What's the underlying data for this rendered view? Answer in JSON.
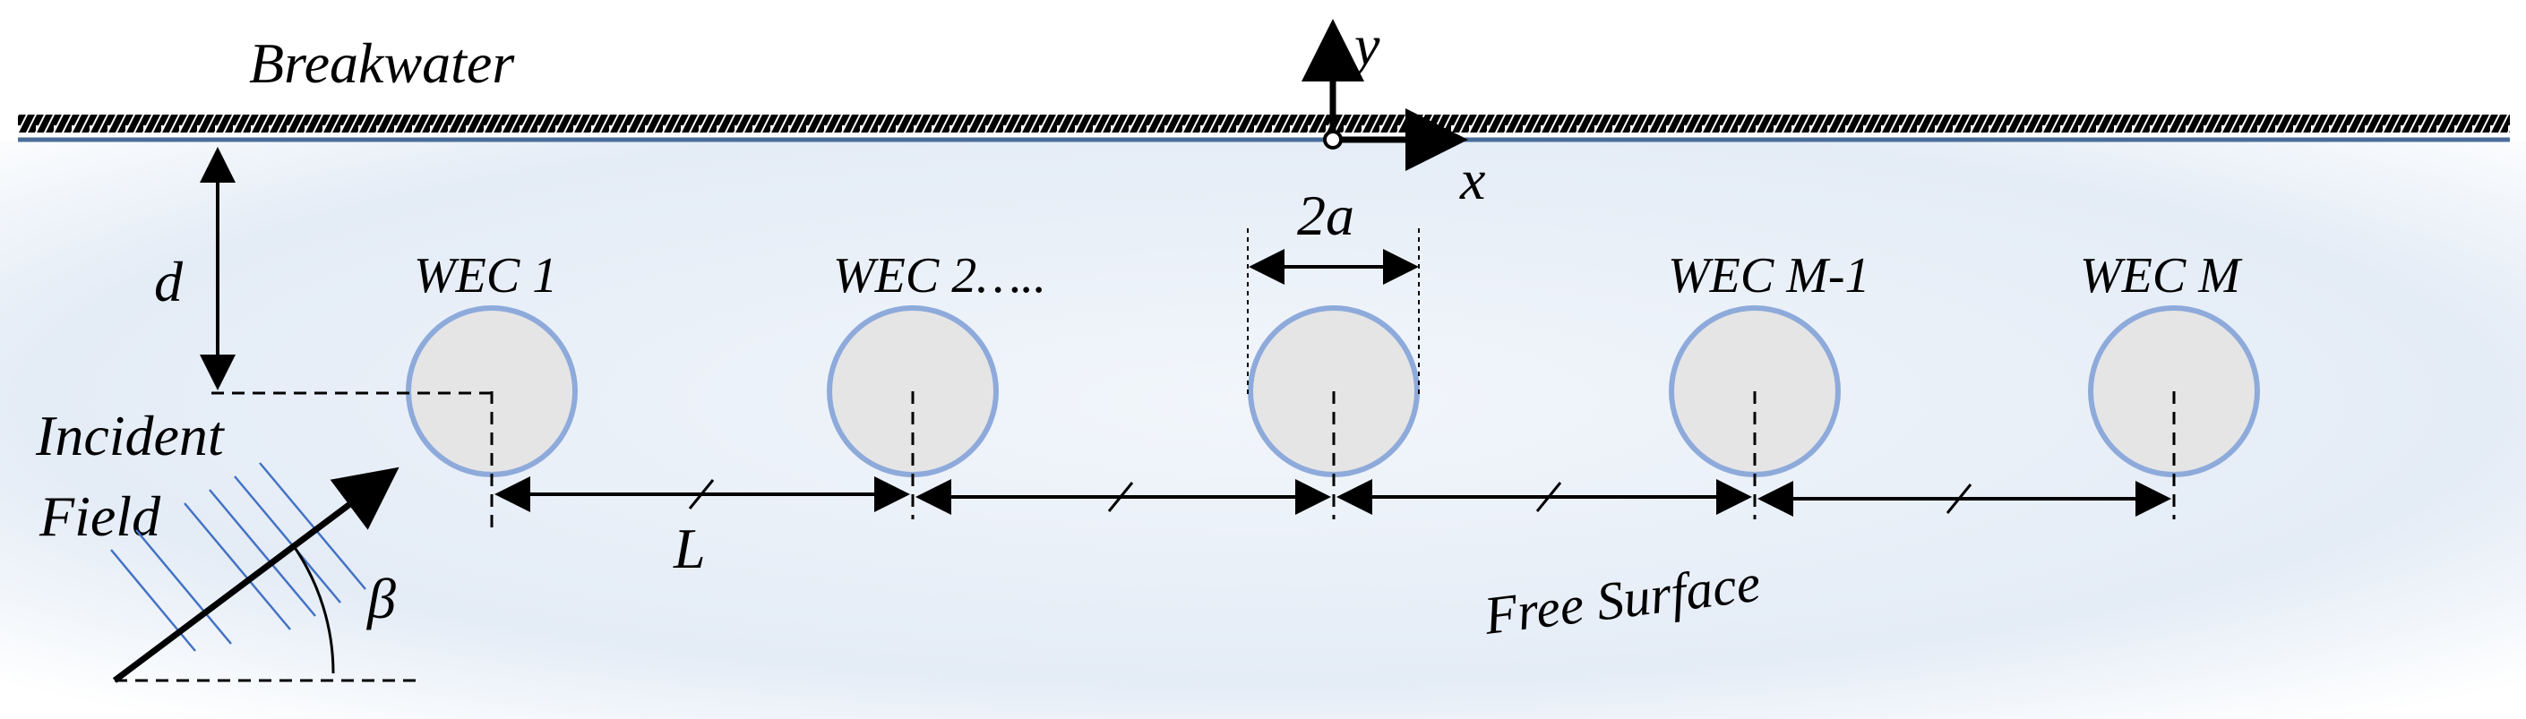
{
  "labels": {
    "breakwater": "Breakwater",
    "y_axis": "y",
    "x_axis": "x",
    "depth": "d",
    "diameter": "2a",
    "incident_line1": "Incident",
    "incident_line2": "Field",
    "spacing": "L",
    "angle": "β",
    "free_surface": "Free Surface"
  },
  "wecs": [
    {
      "label": "WEC 1"
    },
    {
      "label": "WEC 2….."
    },
    {
      "label": ""
    },
    {
      "label": "WEC M-1"
    },
    {
      "label": "WEC M"
    }
  ],
  "colors": {
    "circle_fill": "#e5e5e5",
    "circle_stroke": "#8eaadb",
    "breakwater_line": "#4a6d99",
    "wave_lines": "#4472c4",
    "background_tint": "#e3edf8"
  }
}
